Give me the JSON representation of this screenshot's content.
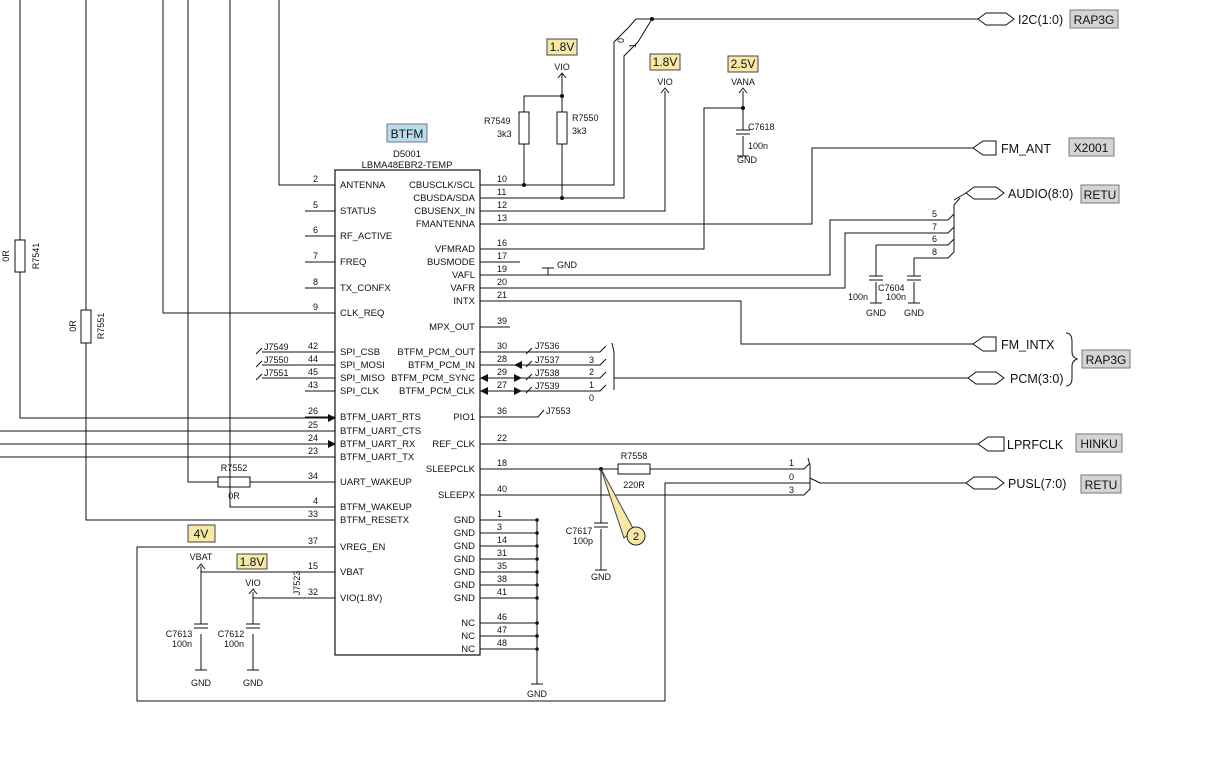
{
  "colors": {
    "rail_fill": "#f6e9a8",
    "tag_fill": "#d4d4d4",
    "btfm_fill": "#b9dcea",
    "wire": "#111111"
  },
  "ic": {
    "tag": "BTFM",
    "ref": "D5001",
    "part": "LBMA48EBR2-TEMP",
    "left_pins": [
      {
        "num": "2",
        "name": "ANTENNA"
      },
      {
        "num": "5",
        "name": "STATUS"
      },
      {
        "num": "6",
        "name": "RF_ACTIVE"
      },
      {
        "num": "7",
        "name": "FREQ"
      },
      {
        "num": "8",
        "name": "TX_CONFX"
      },
      {
        "num": "9",
        "name": "CLK_REQ"
      },
      {
        "num": "42",
        "name": "SPI_CSB"
      },
      {
        "num": "44",
        "name": "SPI_MOSI"
      },
      {
        "num": "45",
        "name": "SPI_MISO"
      },
      {
        "num": "43",
        "name": "SPI_CLK"
      },
      {
        "num": "26",
        "name": "BTFM_UART_RTS"
      },
      {
        "num": "25",
        "name": "BTFM_UART_CTS"
      },
      {
        "num": "24",
        "name": "BTFM_UART_RX"
      },
      {
        "num": "23",
        "name": "BTFM_UART_TX"
      },
      {
        "num": "34",
        "name": "UART_WAKEUP"
      },
      {
        "num": "4",
        "name": "BTFM_WAKEUP"
      },
      {
        "num": "33",
        "name": "BTFM_RESETX"
      },
      {
        "num": "37",
        "name": "VREG_EN"
      },
      {
        "num": "15",
        "name": "VBAT"
      },
      {
        "num": "32",
        "name": "VIO(1.8V)"
      }
    ],
    "right_pins": [
      {
        "num": "10",
        "name": "CBUSCLK/SCL"
      },
      {
        "num": "11",
        "name": "CBUSDA/SDA"
      },
      {
        "num": "12",
        "name": "CBUSENX_IN"
      },
      {
        "num": "13",
        "name": "FMANTENNA"
      },
      {
        "num": "16",
        "name": "VFMRAD"
      },
      {
        "num": "17",
        "name": "BUSMODE"
      },
      {
        "num": "19",
        "name": "VAFL"
      },
      {
        "num": "20",
        "name": "VAFR"
      },
      {
        "num": "21",
        "name": "INTX"
      },
      {
        "num": "39",
        "name": "MPX_OUT"
      },
      {
        "num": "30",
        "name": "BTFM_PCM_OUT"
      },
      {
        "num": "28",
        "name": "BTFM_PCM_IN"
      },
      {
        "num": "29",
        "name": "BTFM_PCM_SYNC"
      },
      {
        "num": "27",
        "name": "BTFM_PCM_CLK"
      },
      {
        "num": "36",
        "name": "PIO1"
      },
      {
        "num": "22",
        "name": "REF_CLK"
      },
      {
        "num": "18",
        "name": "SLEEPCLK"
      },
      {
        "num": "40",
        "name": "SLEEPX"
      },
      {
        "num": "1",
        "name": "GND"
      },
      {
        "num": "3",
        "name": "GND"
      },
      {
        "num": "14",
        "name": "GND"
      },
      {
        "num": "31",
        "name": "GND"
      },
      {
        "num": "35",
        "name": "GND"
      },
      {
        "num": "38",
        "name": "GND"
      },
      {
        "num": "41",
        "name": "GND"
      },
      {
        "num": "46",
        "name": "NC"
      },
      {
        "num": "47",
        "name": "NC"
      },
      {
        "num": "48",
        "name": "NC"
      }
    ]
  },
  "rails": {
    "r1": {
      "value": "1.8V",
      "net": "VIO"
    },
    "r2": {
      "value": "1.8V",
      "net": "VIO"
    },
    "r3": {
      "value": "2.5V",
      "net": "VANA"
    },
    "r4": {
      "value": "4V"
    },
    "r5": {
      "value": "1.8V"
    }
  },
  "nets": {
    "vbat": "VBAT",
    "vio": "VIO",
    "gnd": "GND"
  },
  "components": {
    "r7549": {
      "ref": "R7549",
      "value": "3k3"
    },
    "r7550": {
      "ref": "R7550",
      "value": "3k3"
    },
    "c7618": {
      "ref": "C7618",
      "value": "100n"
    },
    "r7541": {
      "ref": "R7541",
      "value": "0R"
    },
    "r7551": {
      "ref": "R7551",
      "value": "0R"
    },
    "r7552": {
      "ref": "R7552",
      "value": "0R"
    },
    "r7558": {
      "ref": "R7558",
      "value": "220R"
    },
    "c7617": {
      "ref": "C7617",
      "value": "100p"
    },
    "c7604": {
      "ref": "C7604",
      "value_left": "100n",
      "value_right": "100n"
    },
    "c7613": {
      "ref": "C7613",
      "value": "100n"
    },
    "c7612": {
      "ref": "C7612",
      "value": "100n"
    },
    "j7523": {
      "ref": "J7523"
    }
  },
  "testpoints": {
    "j7549": "J7549",
    "j7550": "J7550",
    "j7551": "J7551",
    "j7536": "J7536",
    "j7537": "J7537",
    "j7538": "J7538",
    "j7539": "J7539",
    "j7553": "J7553"
  },
  "ports": {
    "i2c": {
      "label": "I2C(1:0)",
      "tag": "RAP3G"
    },
    "fm_ant": {
      "label": "FM_ANT",
      "tag": "X2001"
    },
    "audio": {
      "label": "AUDIO(8:0)",
      "tag": "RETU"
    },
    "fm_intx": {
      "label": "FM_INTX"
    },
    "pcm": {
      "label": "PCM(3:0)",
      "tag": "RAP3G"
    },
    "lprfclk": {
      "label": "LPRFCLK",
      "tag": "HINKU"
    },
    "pusl": {
      "label": "PUSL(7:0)",
      "tag": "RETU"
    }
  },
  "bus_indices": {
    "i2c": [
      "0",
      "1"
    ],
    "audio": [
      "5",
      "7",
      "6",
      "8"
    ],
    "pcm": [
      "3",
      "2",
      "1",
      "0"
    ],
    "pusl": [
      "1",
      "0",
      "3"
    ]
  },
  "callout": "2"
}
